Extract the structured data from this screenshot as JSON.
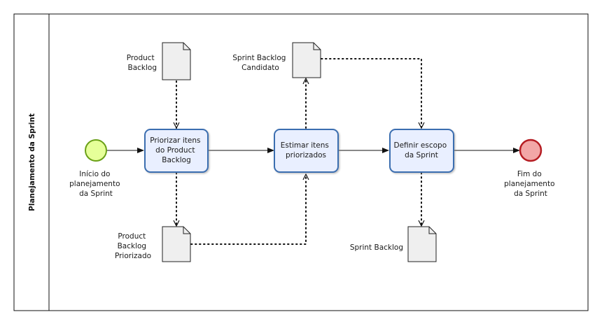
{
  "lane": {
    "label": "Planejamento da Sprint"
  },
  "events": {
    "start": {
      "label": [
        "Início do",
        "planejamento",
        "da Sprint"
      ],
      "fill": "#e6ff99",
      "stroke": "#6aa017"
    },
    "end": {
      "label": [
        "Fim do",
        "planejamento",
        "da Sprint"
      ],
      "fill": "#f2a7a7",
      "stroke": "#b51c22"
    }
  },
  "tasks": {
    "prioritize": {
      "label": [
        "Priorizar itens",
        "do Product",
        "Backlog"
      ]
    },
    "estimate": {
      "label": [
        "Estimar itens",
        "priorizados"
      ]
    },
    "define": {
      "label": [
        "Definir escopo",
        "da Sprint"
      ]
    }
  },
  "documents": {
    "product_backlog": {
      "label": [
        "Product",
        "Backlog"
      ]
    },
    "sprint_candidate": {
      "label": [
        "Sprint Backlog",
        "Candidato"
      ]
    },
    "prioritized_backlog": {
      "label": [
        "Product",
        "Backlog",
        "Priorizado"
      ]
    },
    "sprint_backlog": {
      "label": [
        "Sprint Backlog"
      ]
    }
  },
  "colors": {
    "task_fill": "#e9efff",
    "task_stroke": "#3b6eb0",
    "doc_fill": "#efefef",
    "line": "#111111"
  }
}
